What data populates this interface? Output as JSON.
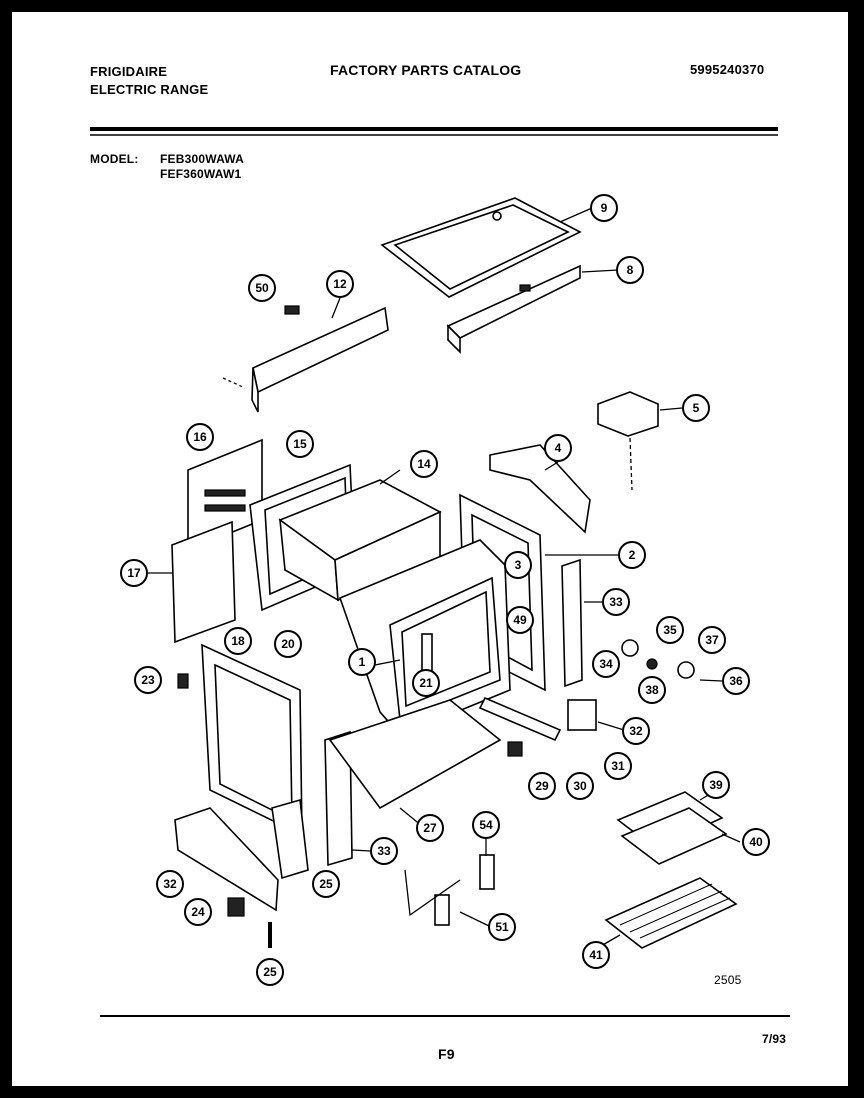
{
  "header": {
    "brand": "FRIGIDAIRE",
    "product": "ELECTRIC RANGE",
    "catalog_title": "FACTORY PARTS CATALOG",
    "catalog_number": "5995240370",
    "model_label": "MODEL:",
    "models": [
      "FEB300WAWA",
      "FEF360WAW1"
    ]
  },
  "diagram_code": "2505",
  "footer": {
    "date": "7/93",
    "page": "F9"
  },
  "callouts": [
    "9",
    "8",
    "50",
    "12",
    "5",
    "16",
    "15",
    "14",
    "4",
    "2",
    "17",
    "3",
    "33",
    "49",
    "35",
    "37",
    "34",
    "20",
    "18",
    "1",
    "21",
    "23",
    "36",
    "38",
    "32",
    "29",
    "30",
    "31",
    "39",
    "40",
    "27",
    "54",
    "33",
    "25",
    "32",
    "24",
    "51",
    "41",
    "25"
  ]
}
